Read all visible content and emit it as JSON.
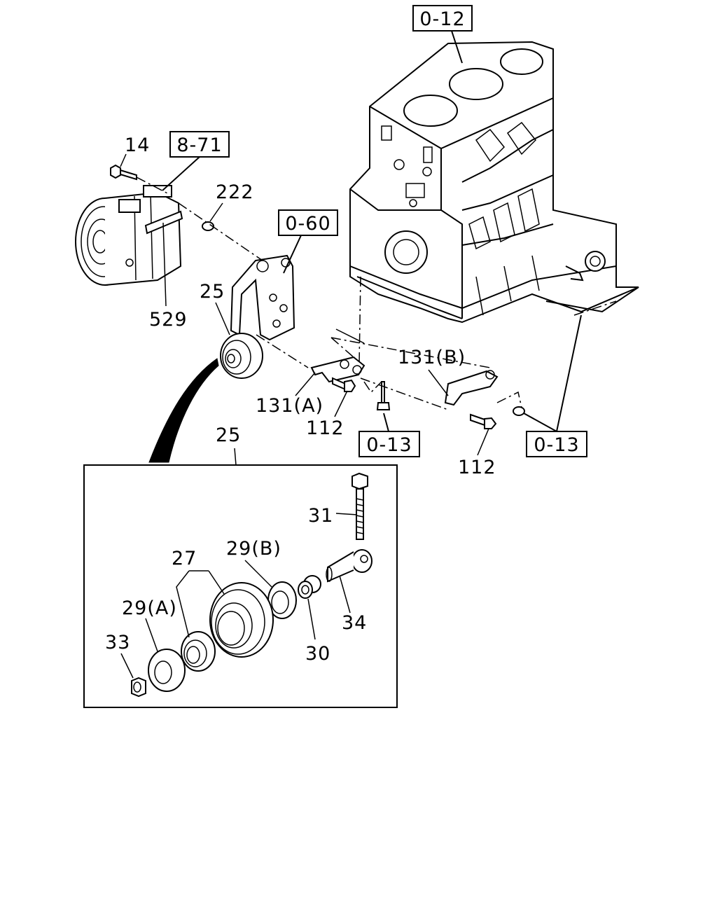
{
  "callouts": {
    "c14": "14",
    "c222": "222",
    "c529": "529",
    "c25a": "25",
    "c131a": "131(A)",
    "c112a": "112",
    "c131b": "131(B)",
    "c112b": "112",
    "c25b": "25",
    "c31": "31",
    "c27": "27",
    "c29b": "29(B)",
    "c29a": "29(A)",
    "c33": "33",
    "c30": "30",
    "c34": "34"
  },
  "references": {
    "r012": "0-12",
    "r871": "8-71",
    "r060": "0-60",
    "r013a": "0-13",
    "r013b": "0-13"
  }
}
